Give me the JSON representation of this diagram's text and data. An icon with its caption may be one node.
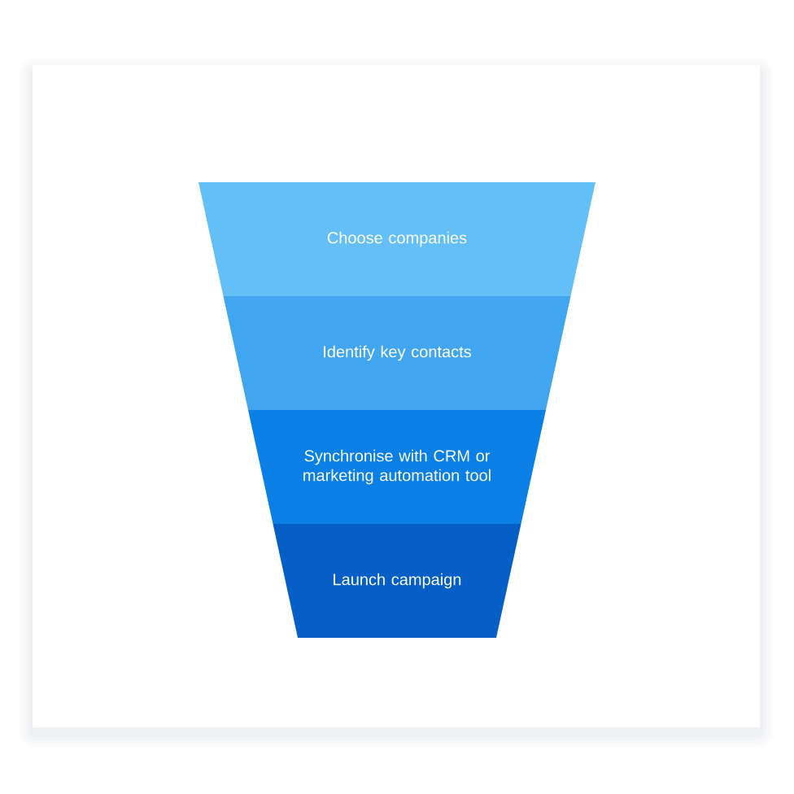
{
  "diagram": {
    "nodes": [
      {
        "text": [
          "Choose companies"
        ]
      },
      {
        "text": [
          "Identify key contacts"
        ]
      },
      {
        "text": [
          "Synchronise with CRM or marketing automation tool"
        ]
      },
      {
        "text": [
          "Launch campaign"
        ]
      }
    ]
  }
}
